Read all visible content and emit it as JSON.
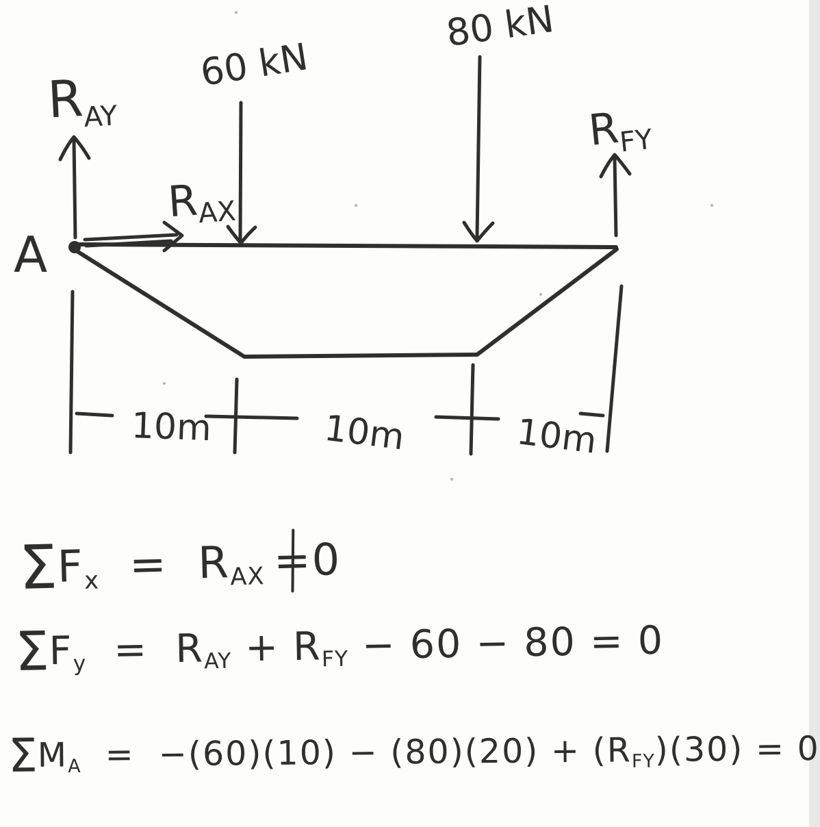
{
  "page": {
    "ink": "#2f2f2f",
    "paper": "#fdfdfb"
  },
  "diagram": {
    "point_label": "A",
    "reactions": {
      "ray": {
        "main": "R",
        "sub": "AY"
      },
      "rax": {
        "main": "R",
        "sub": "AX"
      },
      "rfy": {
        "main": "R",
        "sub": "FY"
      }
    },
    "loads": {
      "load1": "60 kN",
      "load2": "80 kN"
    },
    "dimensions": {
      "d1": "10m",
      "d2": "10m",
      "d3": "10m"
    }
  },
  "equations": {
    "fx": {
      "sigma": "Σ",
      "f": "F",
      "f_sub": "x",
      "eq": "  =  ",
      "r": "R",
      "r_sub": "AX",
      "neq": "=",
      "zero": "0"
    },
    "fy": {
      "sigma": "Σ",
      "f": "F",
      "f_sub": "y",
      "eq": "  =  ",
      "r1": "R",
      "r1_sub": "AY",
      "plus": " + ",
      "r2": "R",
      "r2_sub": "FY",
      "rest": " − 60 − 80 = 0"
    },
    "ma": {
      "sigma": "Σ",
      "m": "M",
      "m_sub": "A",
      "mid": "  =  −(60)(10) − (80)(20) + (",
      "r": "R",
      "r_sub": "FY",
      "rest": ")(30) = 0"
    }
  }
}
